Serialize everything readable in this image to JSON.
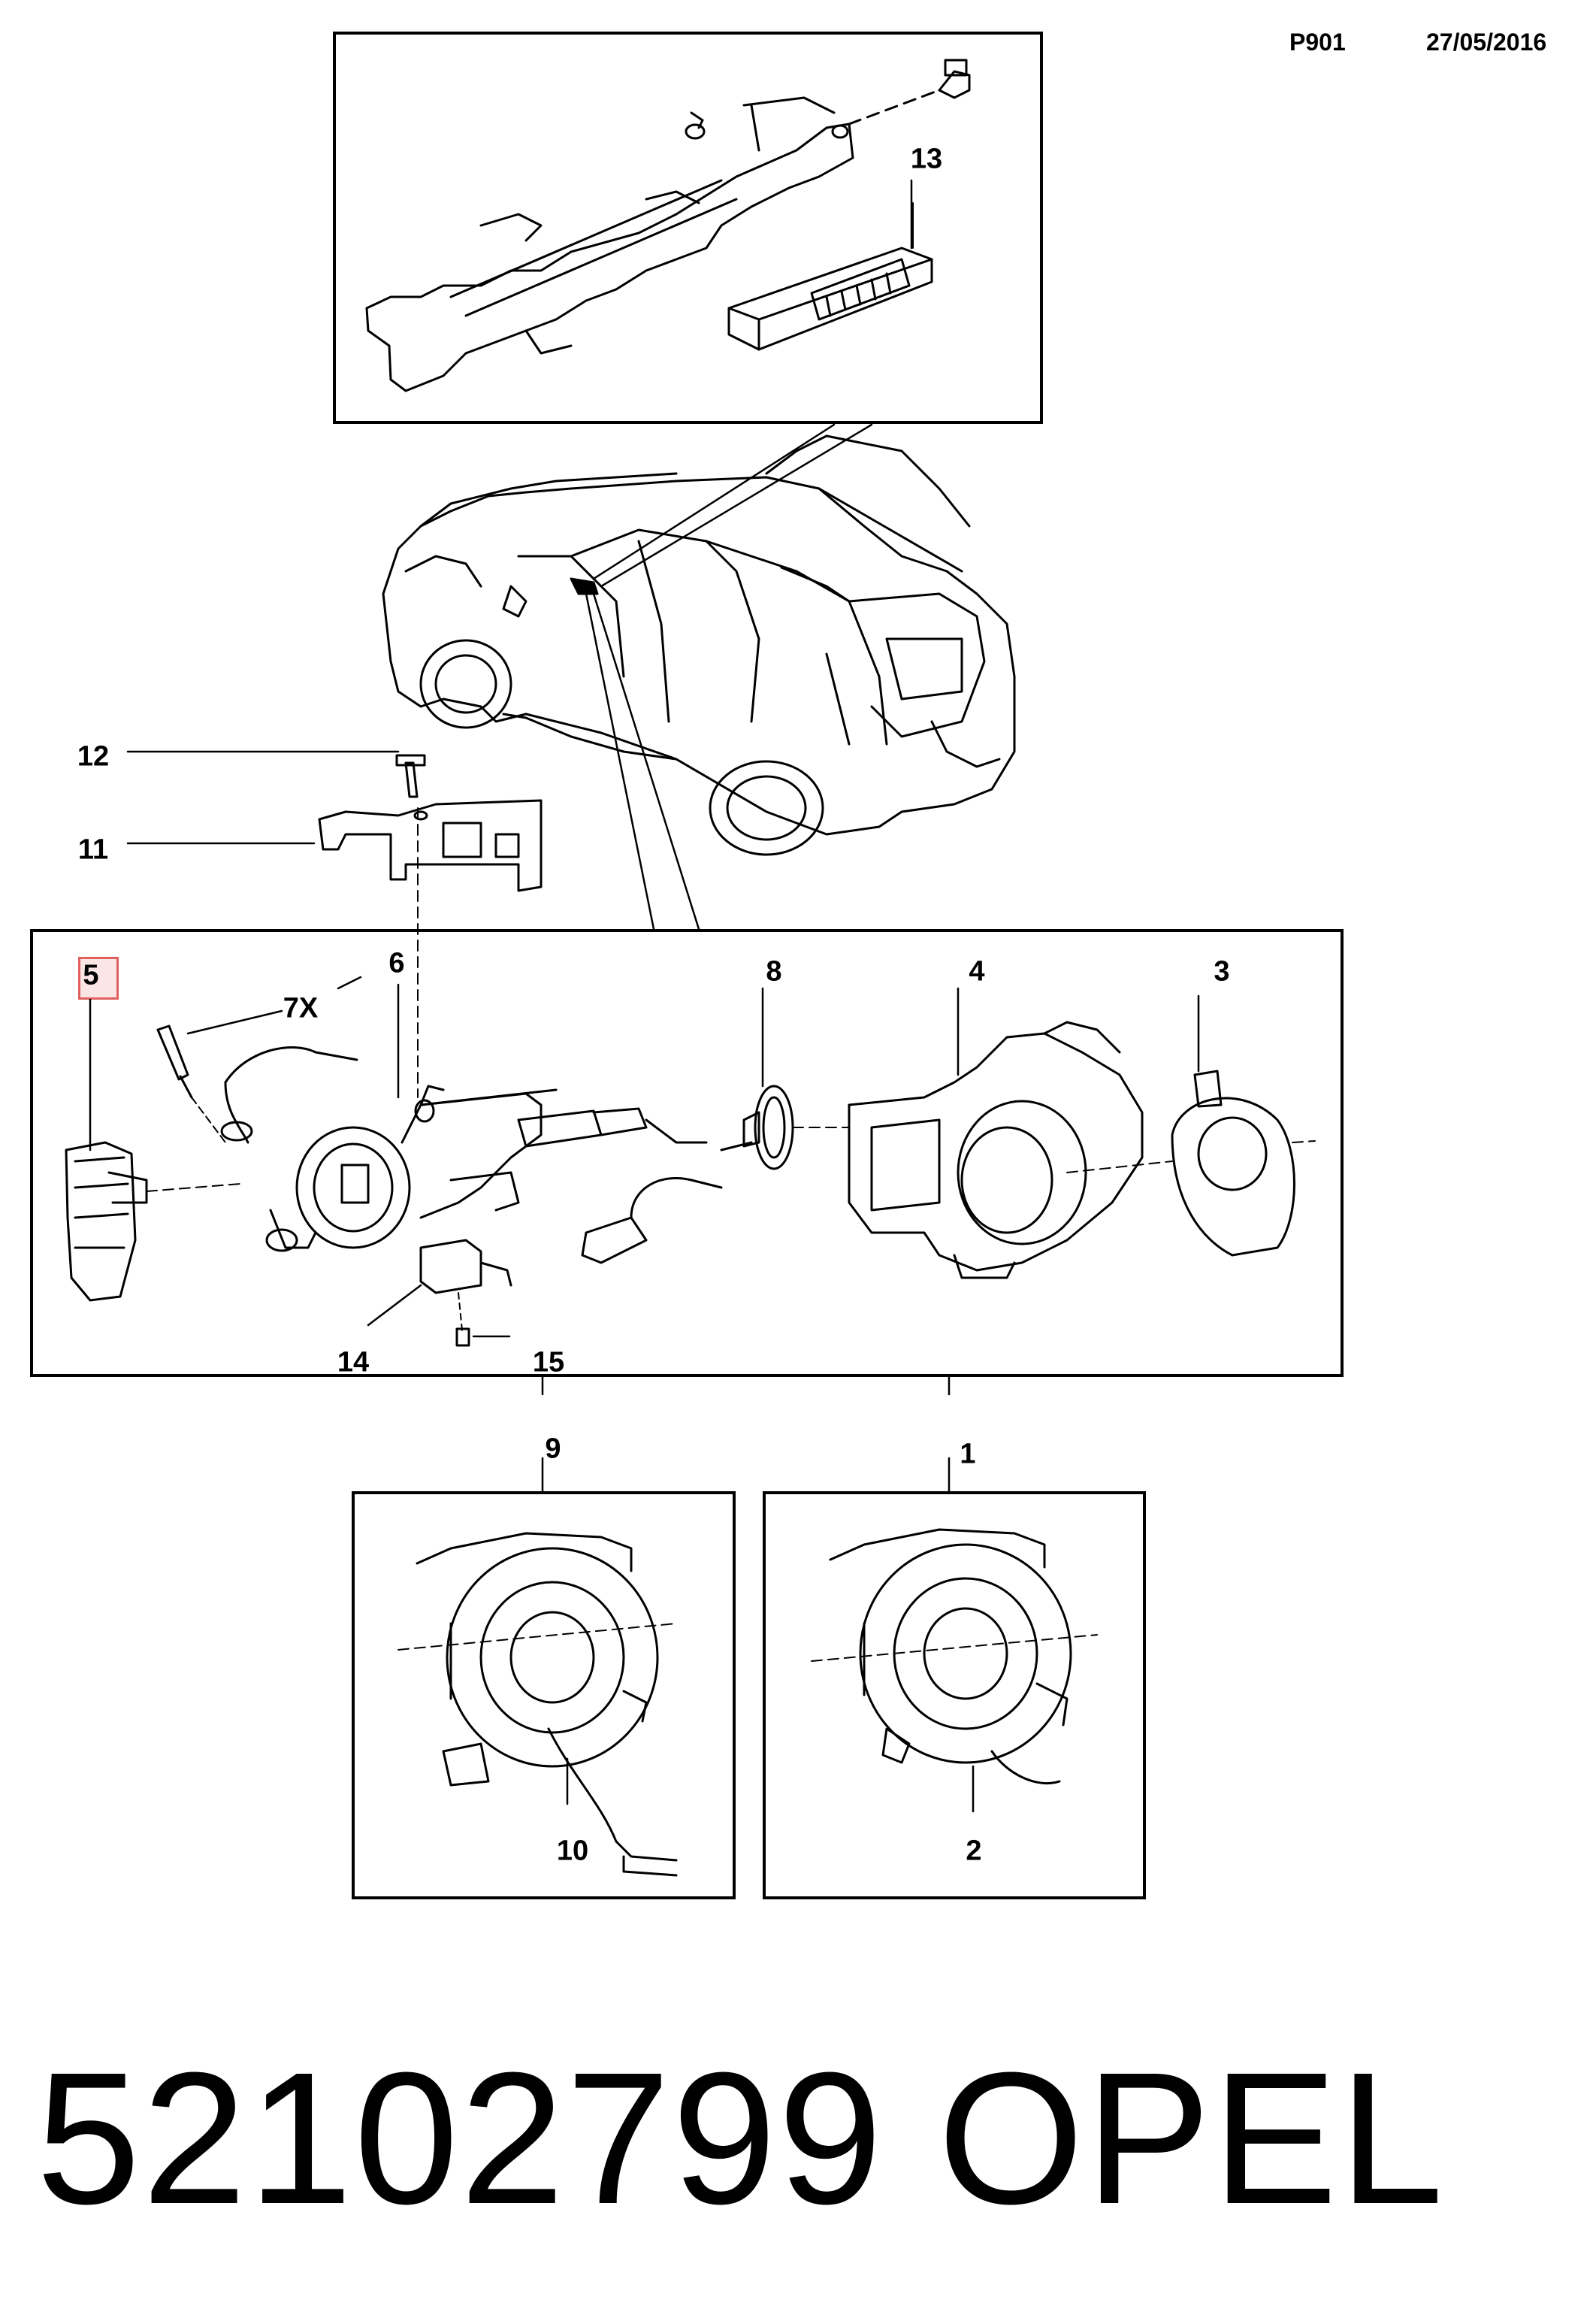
{
  "header": {
    "code": "P901",
    "date": "27/05/2016"
  },
  "callouts": {
    "c1": "1",
    "c2": "2",
    "c3": "3",
    "c4": "4",
    "c5": "5",
    "c6": "6",
    "c7": "7X",
    "c8": "8",
    "c9": "9",
    "c10": "10",
    "c11": "11",
    "c12": "12",
    "c13": "13",
    "c14": "14",
    "c15": "15"
  },
  "footer": {
    "part_number": "52102799",
    "brand": "OPEL"
  },
  "highlighted_callout": "5"
}
